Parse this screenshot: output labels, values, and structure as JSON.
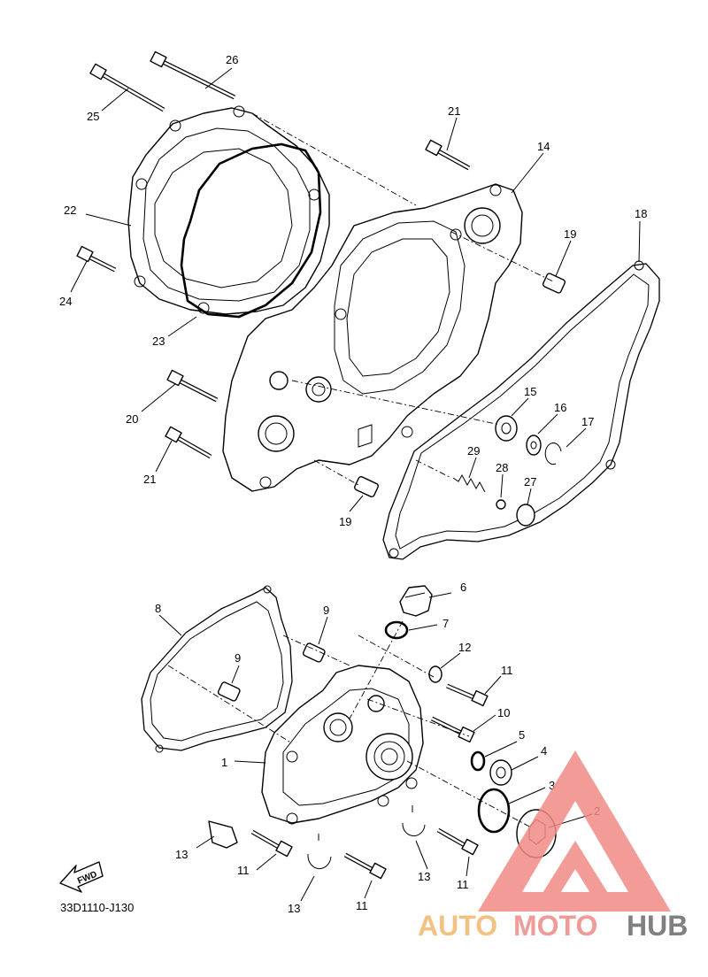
{
  "diagram_code": "33D1110-J130",
  "fwd_label": "FWD",
  "watermark": {
    "auto": "AUTO",
    "moto": "MOTO",
    "hub": "HUB",
    "colors": {
      "triangle": "#f08a85",
      "auto": "#f2b86e",
      "hub": "#6a6a6a"
    }
  },
  "callouts": {
    "c1": "1",
    "c2": "2",
    "c3": "3",
    "c4": "4",
    "c5": "5",
    "c6": "6",
    "c7": "7",
    "c8": "8",
    "c9a": "9",
    "c9b": "9",
    "c10": "10",
    "c11a": "11",
    "c11b": "11",
    "c11c": "11",
    "c11d": "11",
    "c12": "12",
    "c13a": "13",
    "c13b": "13",
    "c13c": "13",
    "c14": "14",
    "c15": "15",
    "c16": "16",
    "c17": "17",
    "c18": "18",
    "c19a": "19",
    "c19b": "19",
    "c20": "20",
    "c21a": "21",
    "c21b": "21",
    "c22": "22",
    "c23": "23",
    "c24": "24",
    "c25": "25",
    "c26": "26",
    "c27": "27",
    "c28": "28",
    "c29": "29"
  }
}
